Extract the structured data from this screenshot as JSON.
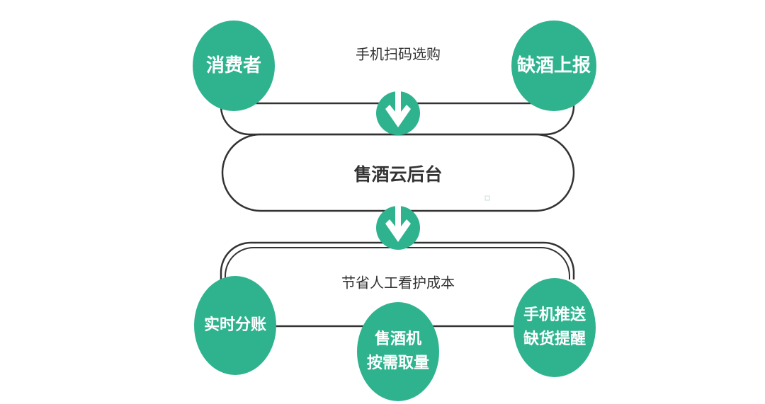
{
  "colors": {
    "node": "#2fb38f",
    "line": "#333333"
  },
  "top": {
    "nodes": [
      "消费者",
      "缺酒上报"
    ],
    "caption": "手机扫码选购"
  },
  "center": {
    "title": "售酒云后台"
  },
  "bottom": {
    "caption": "节省人工看护成本",
    "nodes": [
      {
        "line1": "实时分账"
      },
      {
        "line1": "售酒机",
        "line2": "按需取量"
      },
      {
        "line1": "手机推送",
        "line2": "缺货提醒"
      }
    ]
  },
  "icons": [
    "arrow-down-icon",
    "arrow-down-icon"
  ]
}
